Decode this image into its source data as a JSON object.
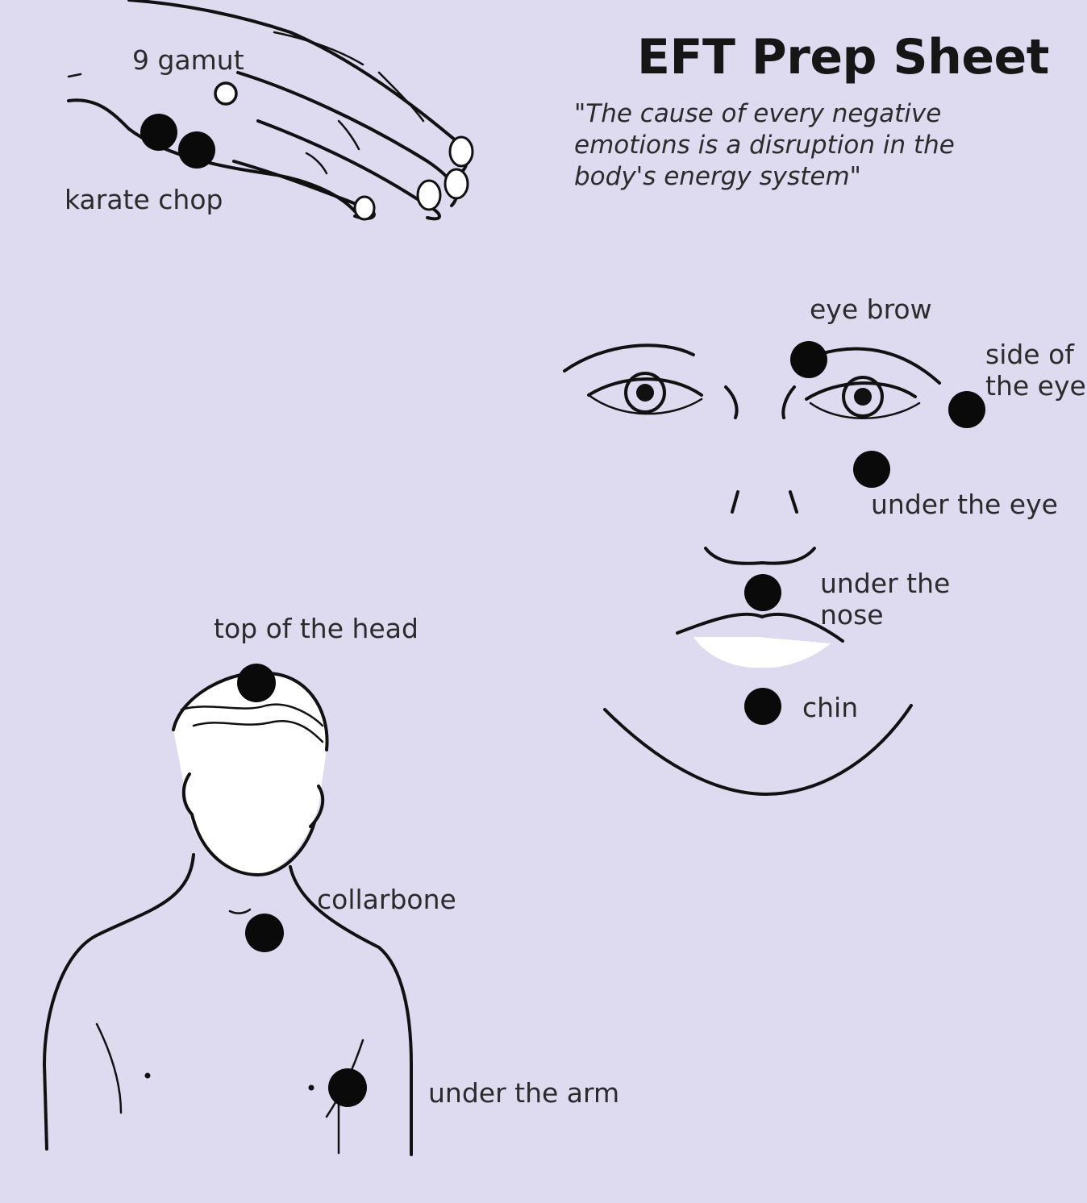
{
  "title": "EFT Prep Sheet",
  "quote": "\"The cause of every negative\nemotions   is a disruption in the\nbody's energy system\"",
  "points": {
    "gamut": "9 gamut",
    "karate_chop": "karate chop",
    "eye_brow": "eye brow",
    "side_of_eye": "side of\nthe eye",
    "under_eye": "under the eye",
    "under_nose": "under the\nnose",
    "chin": "chin",
    "top_of_head": "top of the head",
    "collarbone": "collarbone",
    "under_arm": "under the arm"
  },
  "colors": {
    "background": "#dedaf0",
    "point": "#0a0a0a",
    "text": "#2b2b2b"
  }
}
